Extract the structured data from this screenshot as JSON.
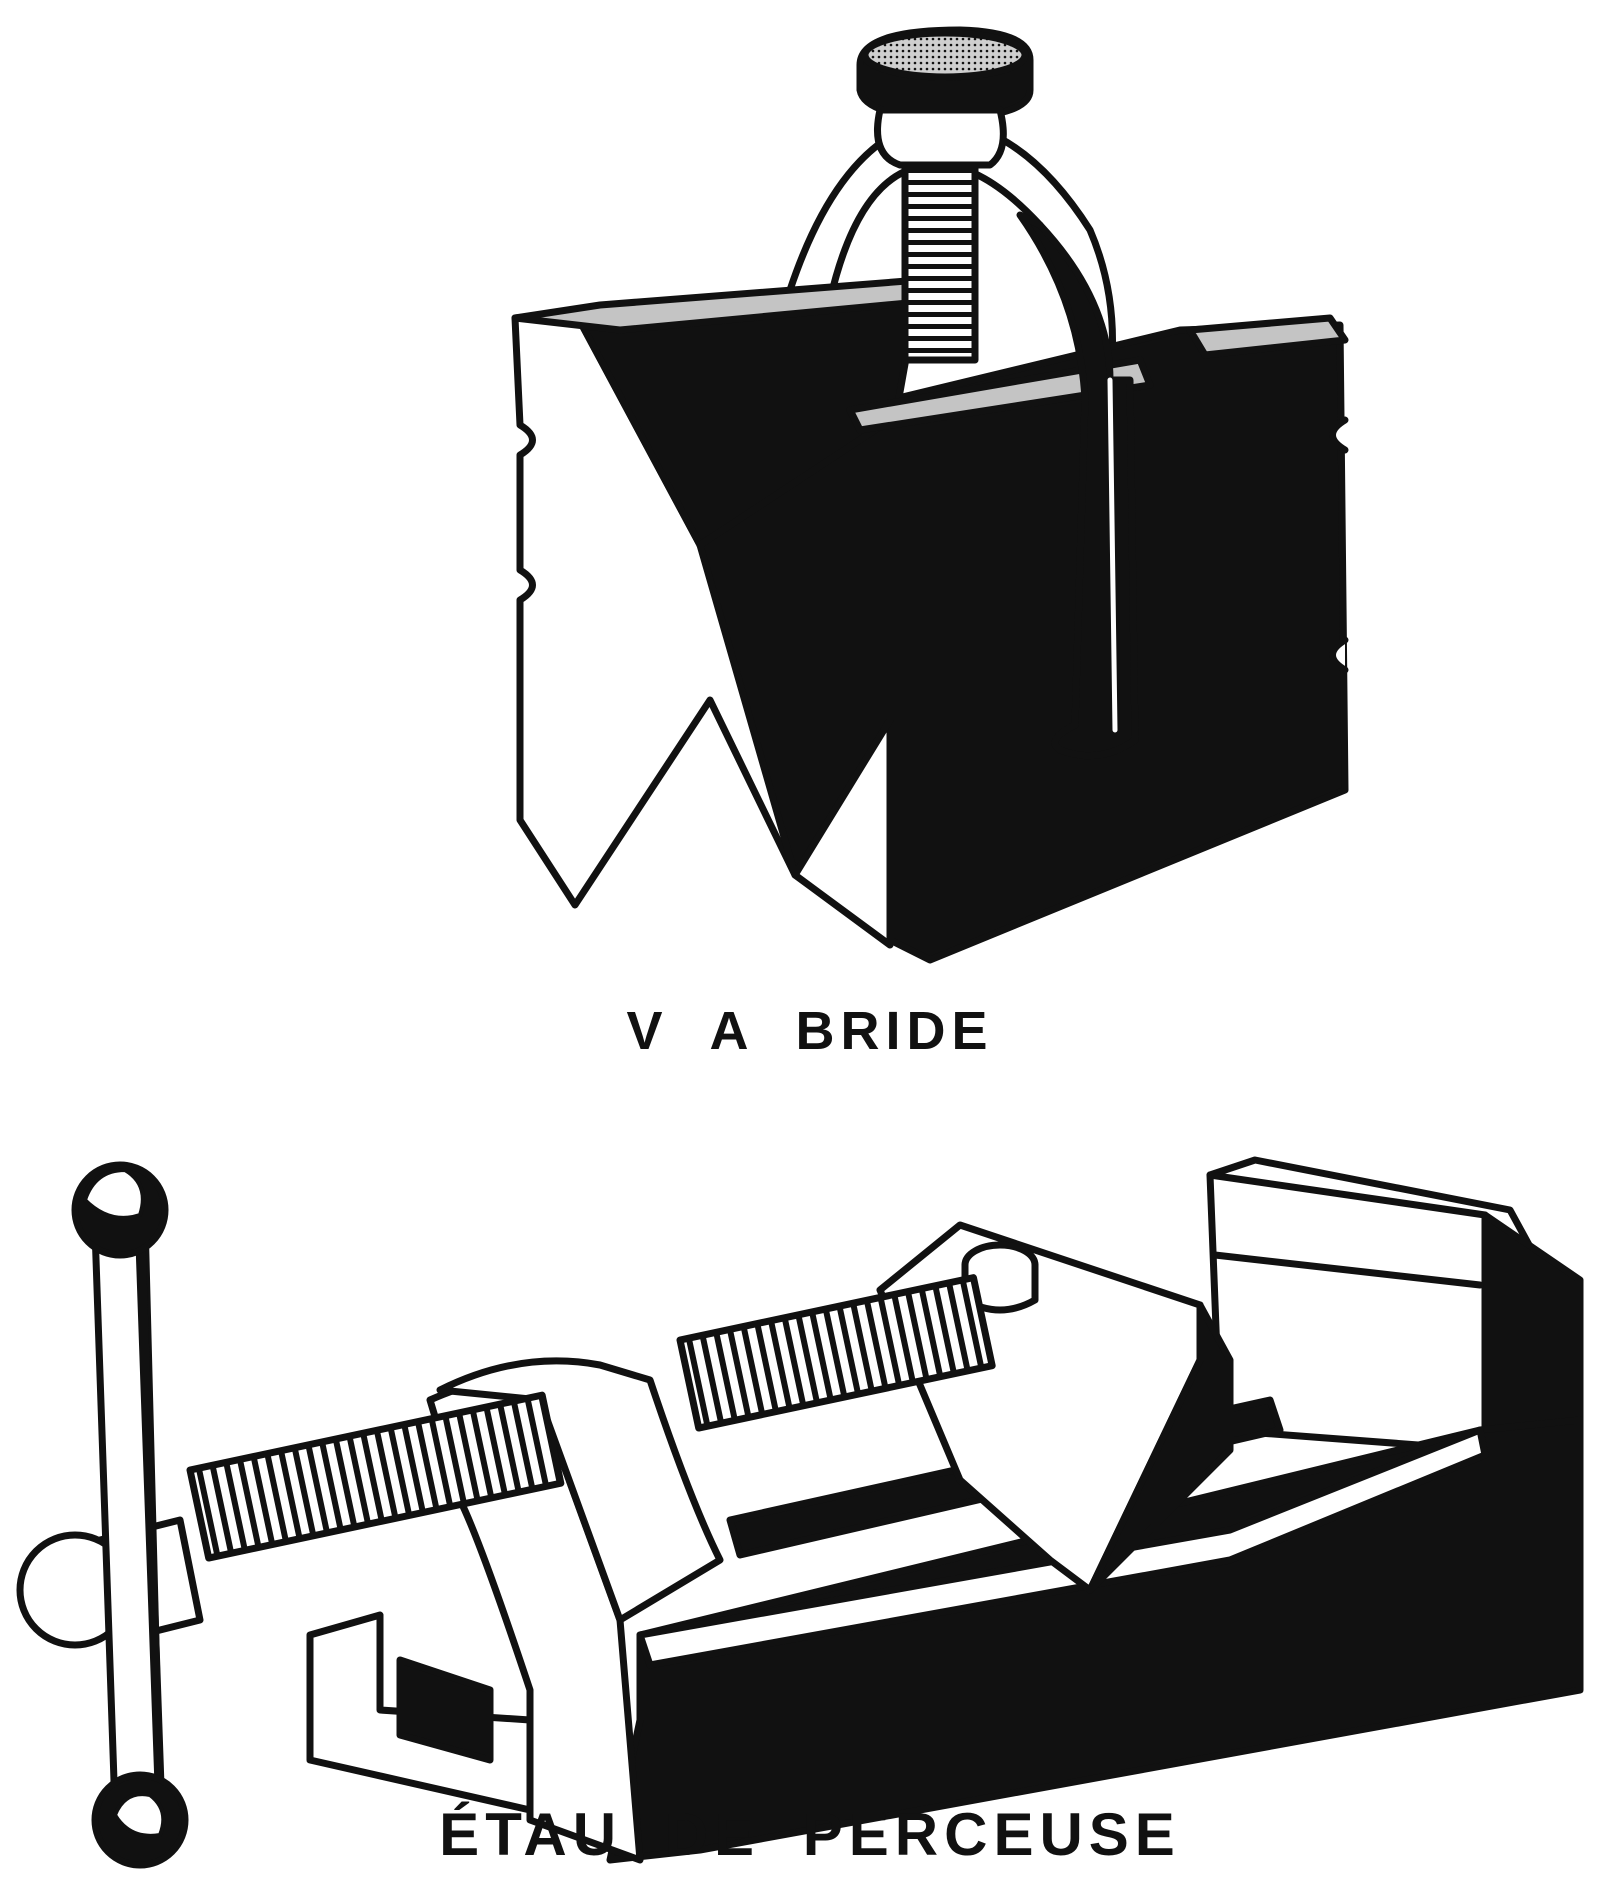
{
  "figures": [
    {
      "caption": "V A BRIDE"
    },
    {
      "caption": "ÉTAU DE PERCEUSE"
    }
  ],
  "colors": {
    "ink": "#111111",
    "paper": "#ffffff",
    "shade": "#c4c4c4"
  },
  "icons": [
    "v-block-clamp-illustration",
    "drill-press-vise-illustration"
  ]
}
